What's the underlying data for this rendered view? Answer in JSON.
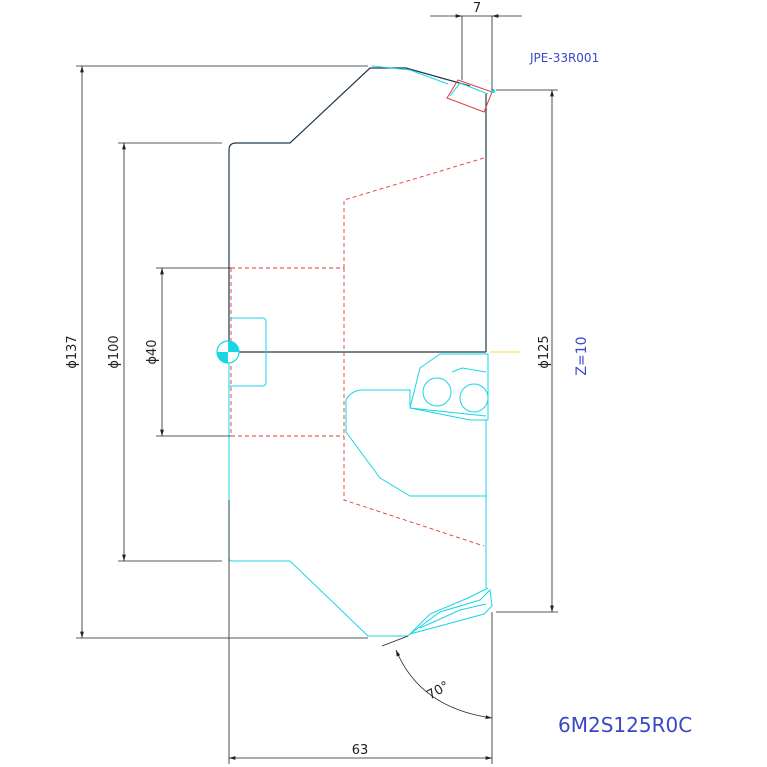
{
  "dimensions": {
    "d137": "ϕ137",
    "d100": "ϕ100",
    "d40": "ϕ40",
    "d125": "ϕ125",
    "width_63": "63",
    "insert_7": "7",
    "angle_70": "70°"
  },
  "labels": {
    "insert_code": "JPE-33R001",
    "teeth": "Z=10",
    "model": "6M2S125R0C"
  },
  "colors": {
    "outline": "#1e3b4a",
    "cyan": "#1ad6e4",
    "red": "#e23a3a",
    "blue_text": "#3a48c8"
  }
}
